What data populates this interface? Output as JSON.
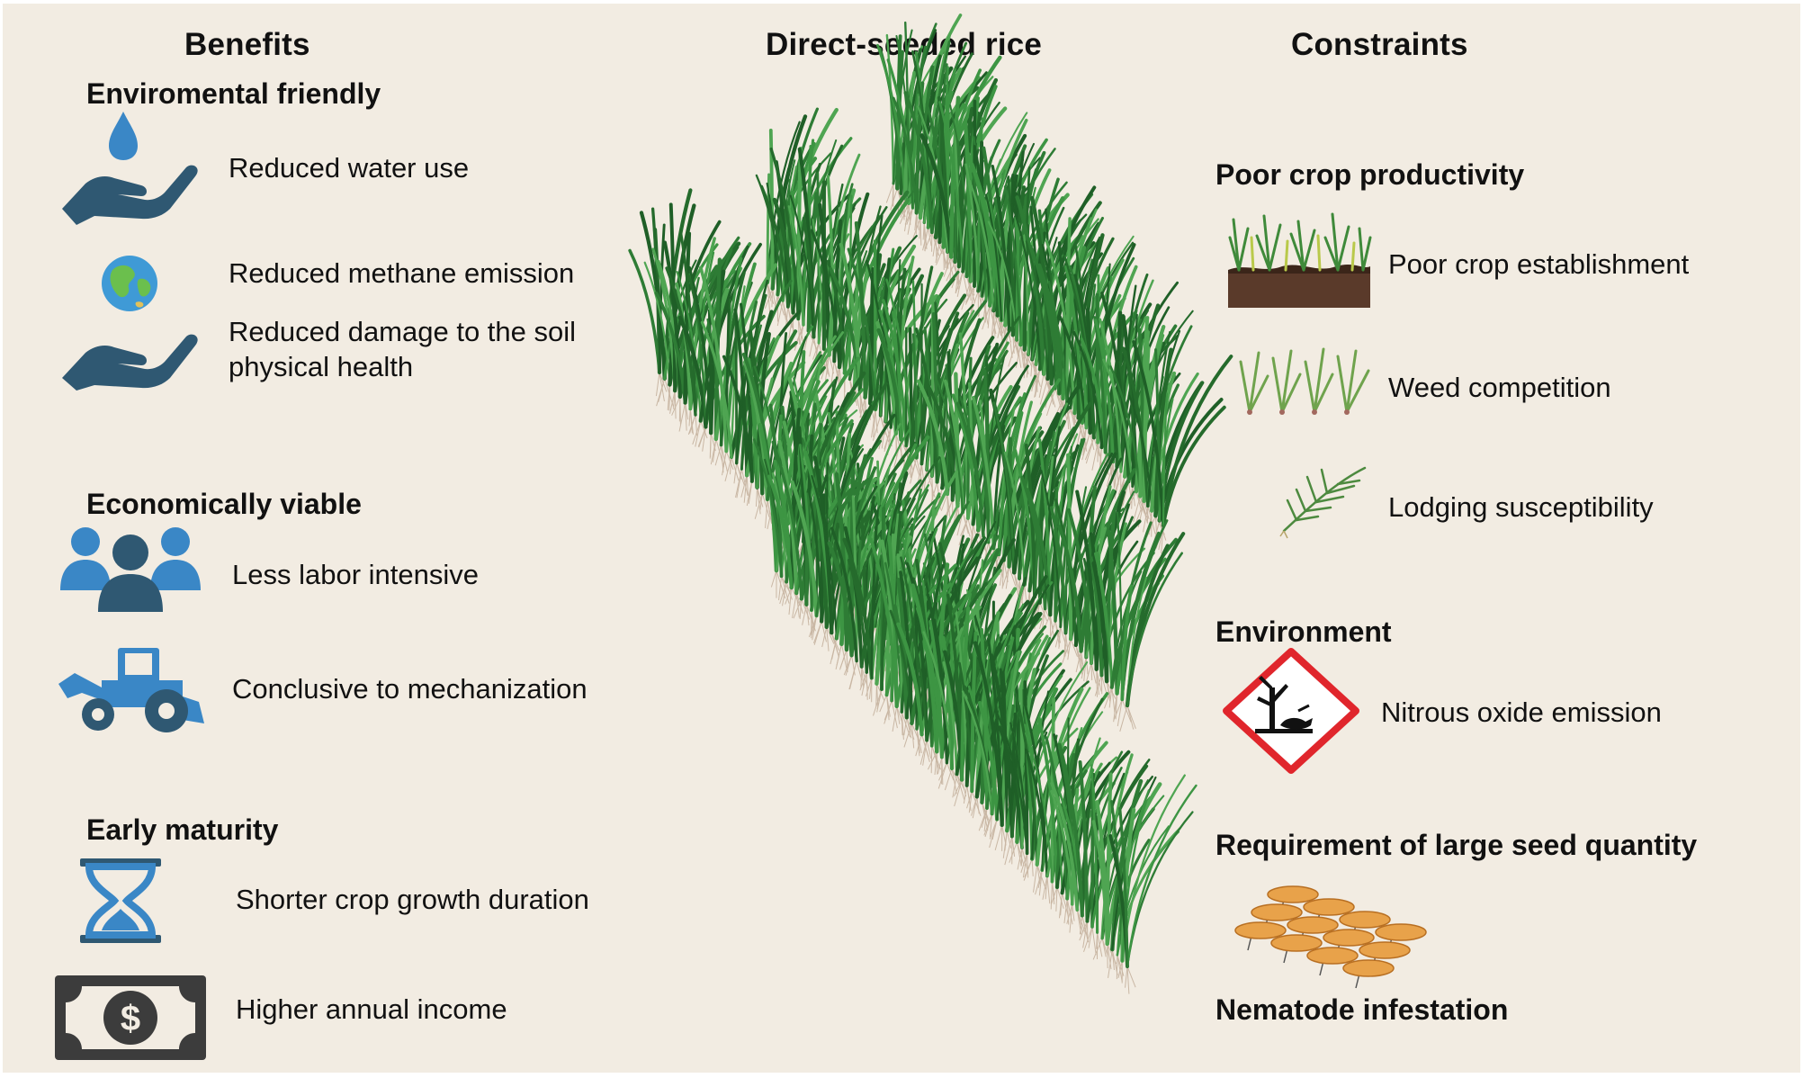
{
  "headers": {
    "benefits": "Benefits",
    "center": "Direct-seeded rice",
    "constraints": "Constraints"
  },
  "benefits": {
    "env": {
      "title": "Enviromental friendly",
      "water": "Reduced water use",
      "methane": "Reduced methane emission",
      "soil_line1": "Reduced damage to the soil",
      "soil_line2": "physical health"
    },
    "econ": {
      "title": "Economically viable",
      "labor": "Less labor intensive",
      "mech": "Conclusive to mechanization"
    },
    "early": {
      "title": "Early maturity",
      "growth": "Shorter crop growth duration",
      "income": "Higher annual income"
    }
  },
  "constraints": {
    "productivity": {
      "title": "Poor crop productivity",
      "establishment": "Poor crop establishment",
      "weed": "Weed competition",
      "lodging": "Lodging susceptibility"
    },
    "environment": {
      "title": "Environment",
      "nitrous": "Nitrous oxide emission"
    },
    "seed": {
      "title": "Requirement of large seed quantity"
    },
    "nematode": {
      "title": "Nematode infestation"
    }
  },
  "icons": {
    "water": "hand-water-drop-icon",
    "globe": "globe-hand-icon",
    "people": "people-group-icon",
    "tractor": "tractor-icon",
    "hourglass": "hourglass-icon",
    "money": "dollar-bill-icon",
    "establishment": "poor-establishment-icon",
    "weed": "weed-icon",
    "lodging": "lodging-plant-icon",
    "hazard": "environmental-hazard-icon",
    "seeds": "seeds-icon",
    "rice": "rice-rows-illustration"
  },
  "colors": {
    "background": "#f2ece2",
    "icon_dark": "#2f5872",
    "icon_blue": "#3a87c6",
    "rice_green": "#2f7a37",
    "hazard_red": "#e0262c",
    "seed_orange": "#e8a24a"
  }
}
